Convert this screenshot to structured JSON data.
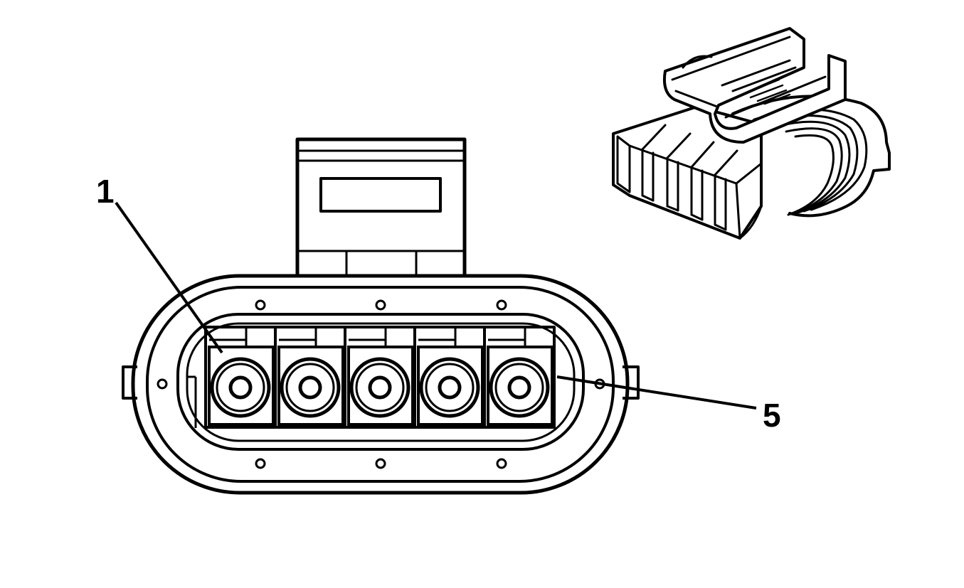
{
  "callouts": [
    {
      "id": "1",
      "label": "1"
    },
    {
      "id": "5",
      "label": "5"
    }
  ],
  "colors": {
    "line": "#000000",
    "background": "#ffffff"
  },
  "terminals_count": 5
}
